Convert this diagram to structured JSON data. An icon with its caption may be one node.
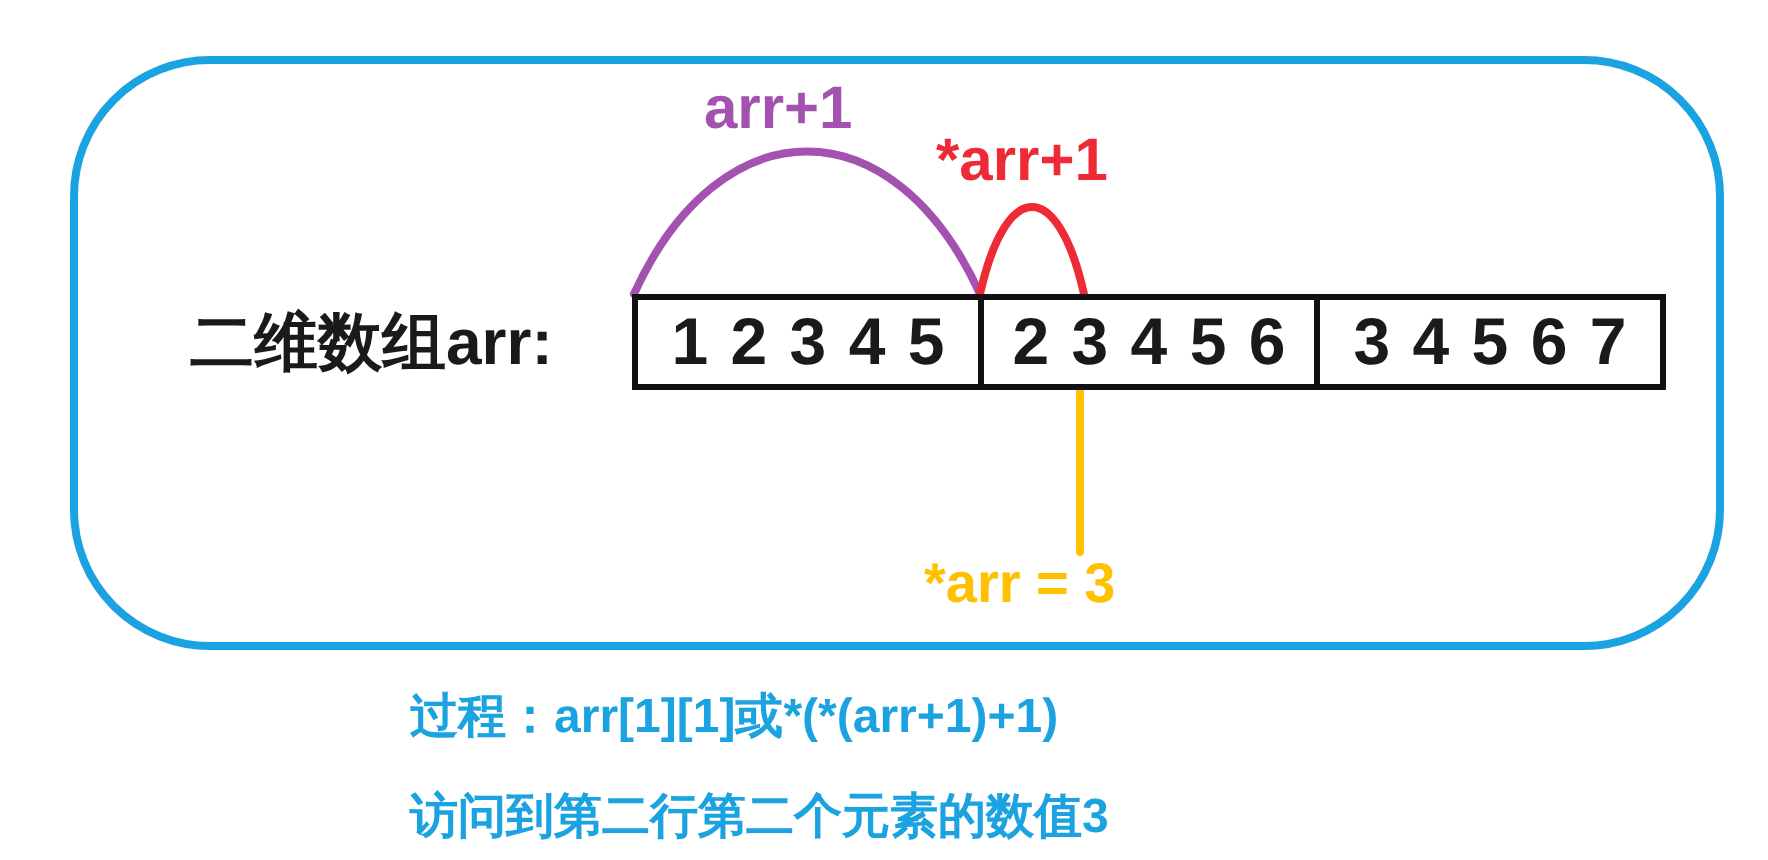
{
  "diagram": {
    "nodes": [
      {
        "text": [],
        "shape": "box"
      },
      {
        "text": [
          "1 2 3 4 5"
        ],
        "in": 0
      },
      {
        "text": [
          "2 3 4 5 6"
        ],
        "in": 0
      },
      {
        "text": [
          "3 4 5 6 7"
        ],
        "in": 0
      },
      {
        "text": [
          "*arr = 3"
        ],
        "in": 0
      }
    ],
    "edges": [
      {
        "from": 1,
        "to": 2,
        "arrow": "none",
        "label": "arr+1",
        "color": "#a452b0"
      },
      {
        "from": 2,
        "to": null,
        "arrow": "none",
        "label": "*arr+1",
        "color": "#ee2a36"
      },
      {
        "from": 4,
        "to": 2,
        "arrow": "none",
        "color": "#ffc000"
      }
    ],
    "labels": [
      "二维数组arr:",
      "过程：arr[1][1]或*(*(arr+1)+1)",
      "访问到第二行第二个元素的数值3"
    ]
  }
}
